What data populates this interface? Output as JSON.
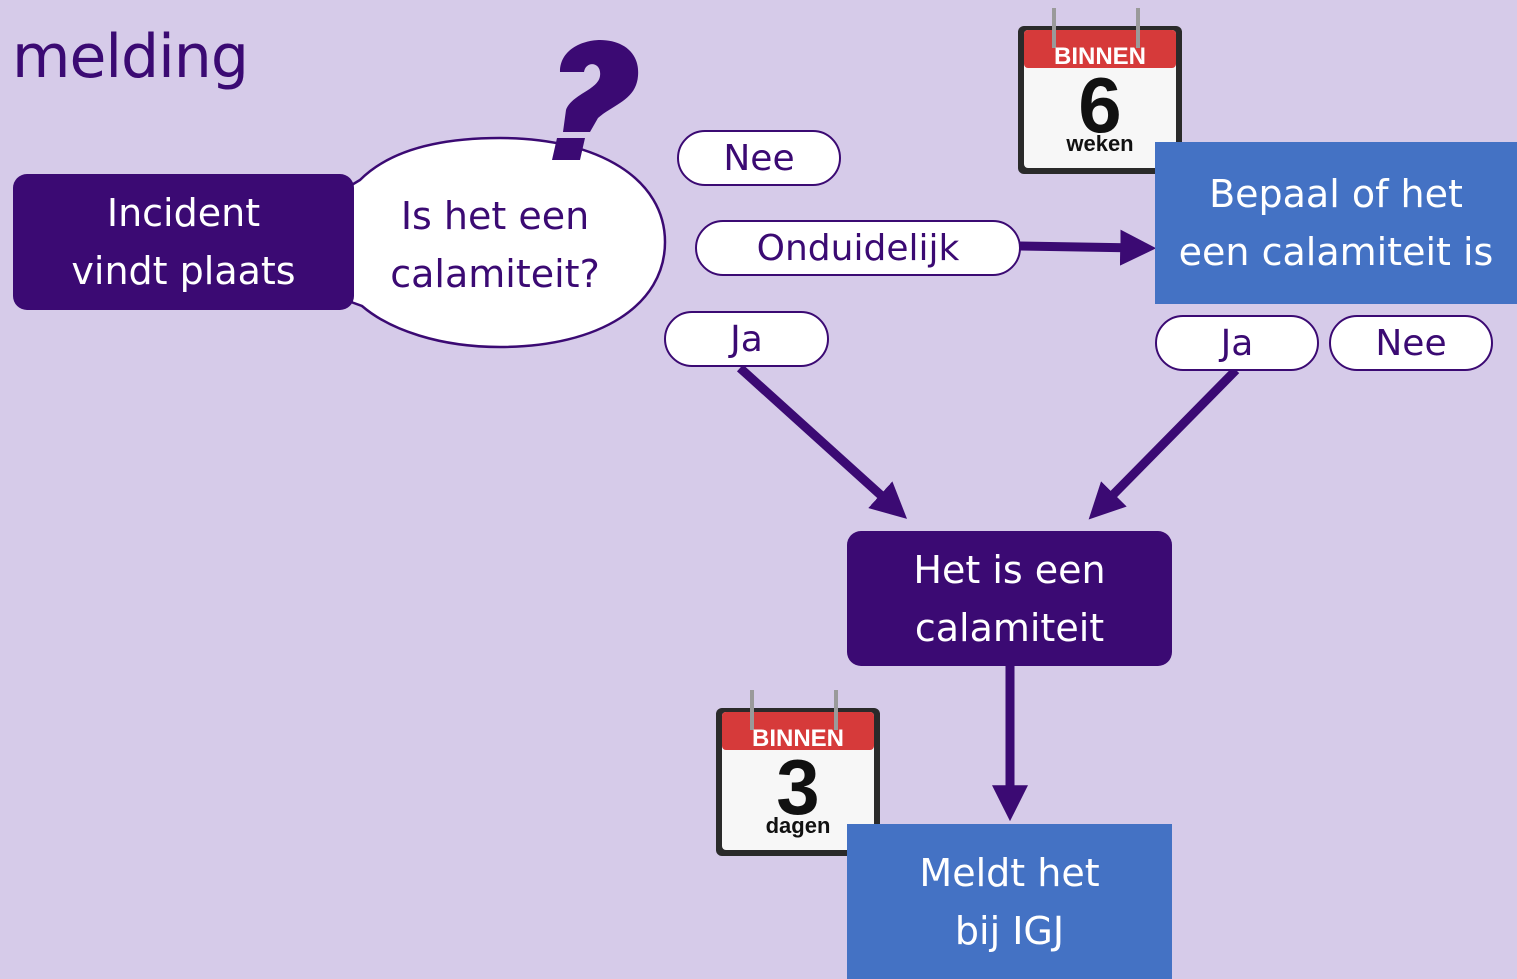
{
  "title": "melding",
  "nodes": {
    "incident": [
      "Incident",
      "vindt plaats"
    ],
    "question": [
      "Is het een",
      "calamiteit?"
    ],
    "determine": [
      "Bepaal of het",
      "een calamiteit is"
    ],
    "is_calamity": [
      "Het is een",
      "calamiteit"
    ],
    "report": [
      "Meldt het",
      "bij IGJ"
    ]
  },
  "labels": {
    "nee_top": "Nee",
    "onduidelijk": "Onduidelijk",
    "ja_left": "Ja",
    "ja_right": "Ja",
    "nee_right": "Nee"
  },
  "calendars": {
    "six_weeks": {
      "header": "BINNEN",
      "number": "6",
      "unit": "weken"
    },
    "three_days": {
      "header": "BINNEN",
      "number": "3",
      "unit": "dagen"
    }
  },
  "colors": {
    "background": "#d6cbe9",
    "dark_purple": "#3b0a73",
    "blue": "#4472c4",
    "calendar_red": "#d63a3a"
  }
}
